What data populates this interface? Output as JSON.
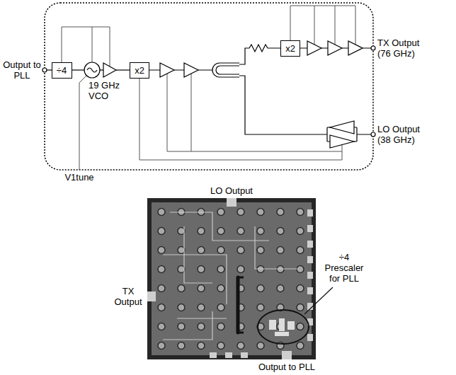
{
  "diagram": {
    "nodes": [
      {
        "text": [
          "÷4"
        ]
      },
      {
        "text": [
          "19 GHz VCO"
        ]
      },
      {
        "text": [
          "x2"
        ]
      },
      {
        "text": [
          "x2"
        ]
      }
    ],
    "edges": [
      {
        "from": 1,
        "to": 0,
        "arrow": "none"
      }
    ],
    "labels": [
      "Output to PLL",
      "TX Output (76 GHz)",
      "LO Output (38 GHz)",
      "V1tune",
      "LO Output",
      "TX Output",
      "÷4 Prescaler for PLL",
      "Output to PLL"
    ]
  }
}
